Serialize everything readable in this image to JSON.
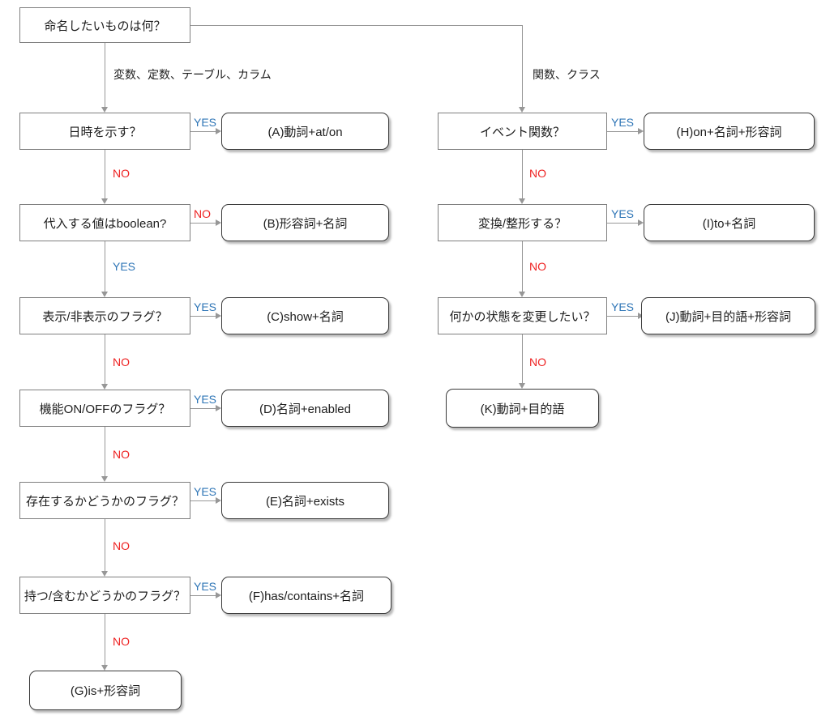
{
  "colors": {
    "yes_label": "#2e75b6",
    "no_label": "#ee2222",
    "connector": "#979797",
    "question_border": "#7f7f7f",
    "result_border": "#3a3a3a"
  },
  "root": {
    "label": "命名したいものは何？"
  },
  "branch_labels": {
    "left": "変数、定数、テーブル、カラム",
    "right": "関数、クラス"
  },
  "left_column": {
    "rows": [
      {
        "question": "日時を示す？",
        "side_label": "YES",
        "result": "(A)動詞+at/on",
        "down_label": "NO"
      },
      {
        "question": "代入する値はboolean?",
        "side_label": "NO",
        "result": "(B)形容詞+名詞",
        "down_label": "YES"
      },
      {
        "question": "表示/非表示のフラグ？",
        "side_label": "YES",
        "result": "(C)show+名詞",
        "down_label": "NO"
      },
      {
        "question": "機能ON/OFFのフラグ？",
        "side_label": "YES",
        "result": "(D)名詞+enabled",
        "down_label": "NO"
      },
      {
        "question": "存在するかどうかのフラグ？",
        "side_label": "YES",
        "result": "(E)名詞+exists",
        "down_label": "NO"
      },
      {
        "question": "持つ/含むかどうかのフラグ？",
        "side_label": "YES",
        "result": "(F)has/contains+名詞",
        "down_label": "NO"
      }
    ],
    "terminal": "(G)is+形容詞"
  },
  "right_column": {
    "rows": [
      {
        "question": "イベント関数？",
        "side_label": "YES",
        "result": "(H)on+名詞+形容詞",
        "down_label": "NO"
      },
      {
        "question": "変換/整形する？",
        "side_label": "YES",
        "result": "(I)to+名詞",
        "down_label": "NO"
      },
      {
        "question": "何かの状態を変更したい？",
        "side_label": "YES",
        "result": "(J)動詞+目的語+形容詞",
        "down_label": "NO"
      }
    ],
    "terminal": "(K)動詞+目的語"
  }
}
